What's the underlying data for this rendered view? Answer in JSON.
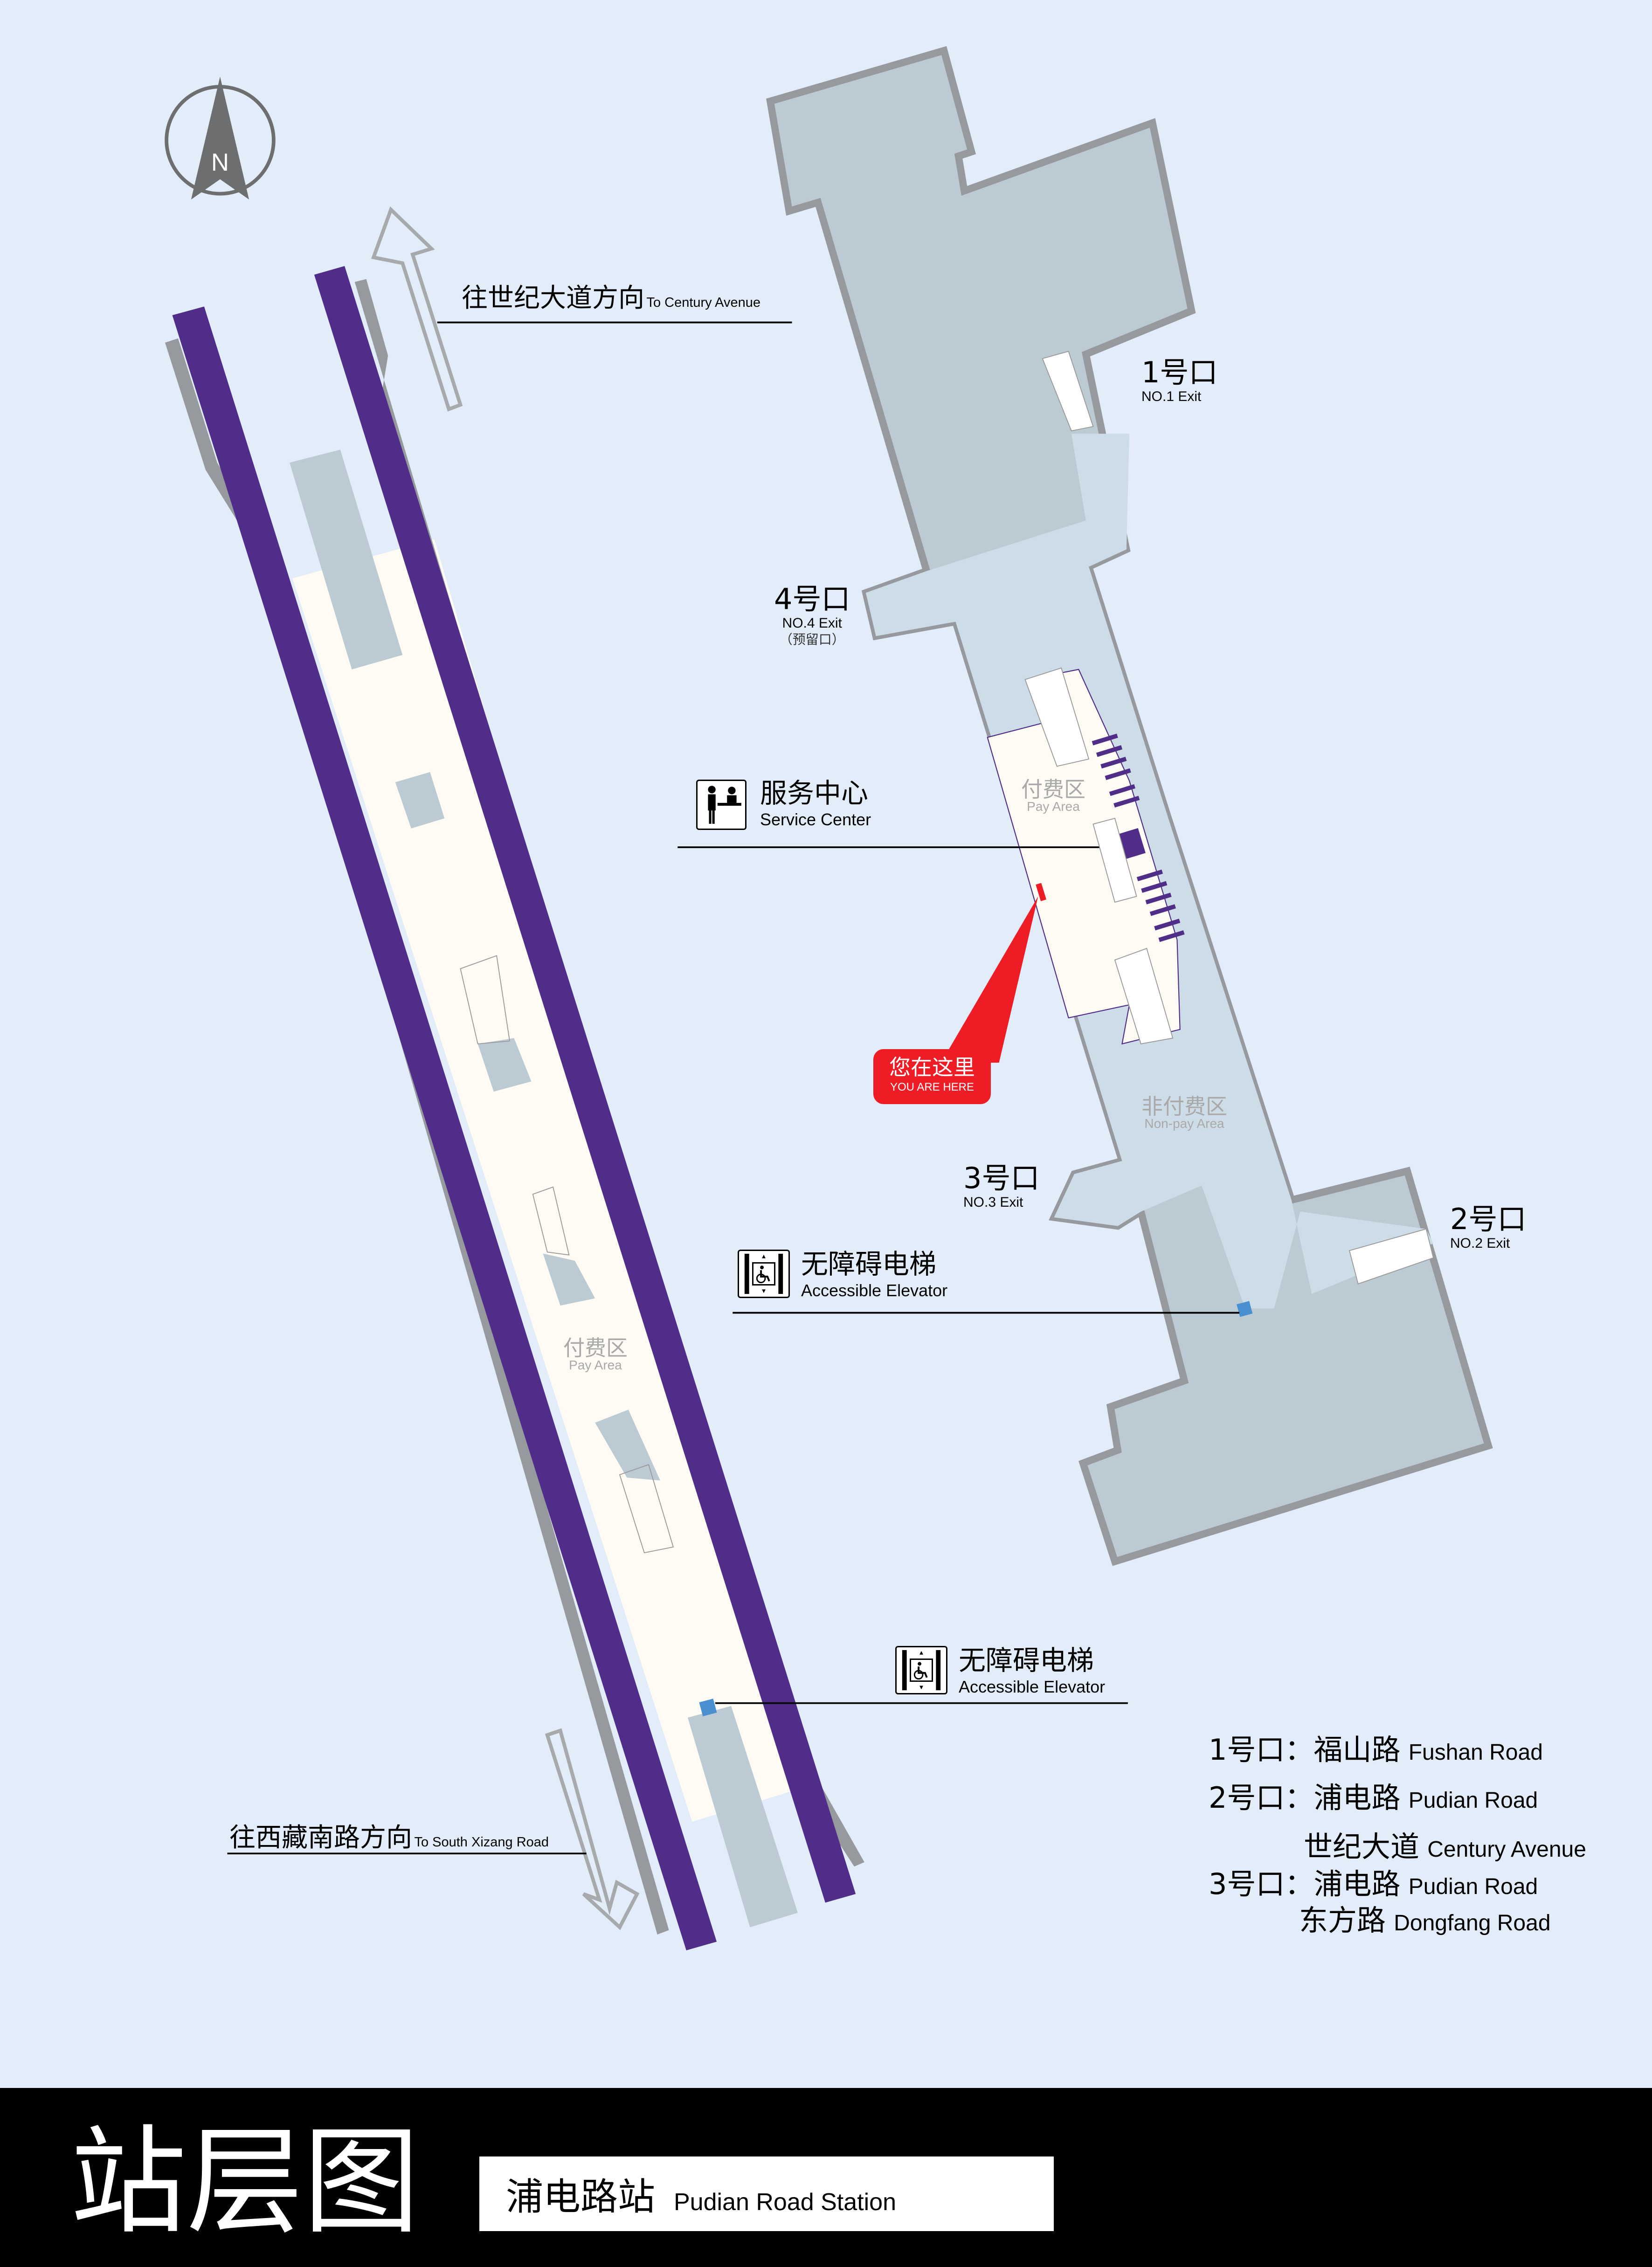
{
  "colors": {
    "background": "#e2edf9",
    "track_purple": "#512d8a",
    "track_shadow": "#96999d",
    "platform_cream": "#fdfbf3",
    "structure_gray": "#bccad3",
    "nonpay_light": "#cddde8",
    "outline_gray": "#96999d",
    "you_are_here_red": "#ee1c25",
    "elevator_blue": "#4a8fd0",
    "footer_black": "#000000"
  },
  "compass": {
    "label": "N"
  },
  "directions": {
    "north": {
      "zh": "往世纪大道方向",
      "en": "To Century  Avenue"
    },
    "south": {
      "zh": "往西藏南路方向",
      "en": "To South Xizang Road"
    }
  },
  "exits": {
    "exit1": {
      "zh": "1号口",
      "en": "NO.1 Exit"
    },
    "exit2": {
      "zh": "2号口",
      "en": "NO.2 Exit"
    },
    "exit3": {
      "zh": "3号口",
      "en": "NO.3 Exit"
    },
    "exit4": {
      "zh": "4号口",
      "en": "NO.4 Exit",
      "note": "（预留口）"
    }
  },
  "areas": {
    "concourse_pay": {
      "zh": "付费区",
      "en": "Pay Area"
    },
    "concourse_nonpay": {
      "zh": "非付费区",
      "en": "Non-pay Area"
    },
    "platform_pay": {
      "zh": "付费区",
      "en": "Pay Area"
    }
  },
  "facilities": {
    "service_center": {
      "zh": "服务中心",
      "en": "Service Center",
      "icon": "service-counter-icon"
    },
    "elevator_concourse": {
      "zh": "无障碍电梯",
      "en": "Accessible Elevator",
      "icon": "accessible-elevator-icon"
    },
    "elevator_platform": {
      "zh": "无障碍电梯",
      "en": "Accessible Elevator",
      "icon": "accessible-elevator-icon"
    }
  },
  "you_are_here": {
    "zh": "您在这里",
    "en": "YOU ARE HERE"
  },
  "exit_legend": [
    {
      "exit": "1号口：",
      "roads": [
        {
          "zh": "福山路",
          "en": "Fushan Road"
        }
      ]
    },
    {
      "exit": "2号口：",
      "roads": [
        {
          "zh": "浦电路",
          "en": "Pudian Road"
        },
        {
          "zh": "世纪大道",
          "en": "Century Avenue"
        }
      ]
    },
    {
      "exit": "3号口：",
      "roads": [
        {
          "zh": "浦电路",
          "en": "Pudian Road"
        },
        {
          "zh": "东方路",
          "en": "Dongfang Road"
        }
      ]
    }
  ],
  "footer": {
    "title": "站层图",
    "station_zh": "浦电路站",
    "station_en": "Pudian Road Station"
  }
}
